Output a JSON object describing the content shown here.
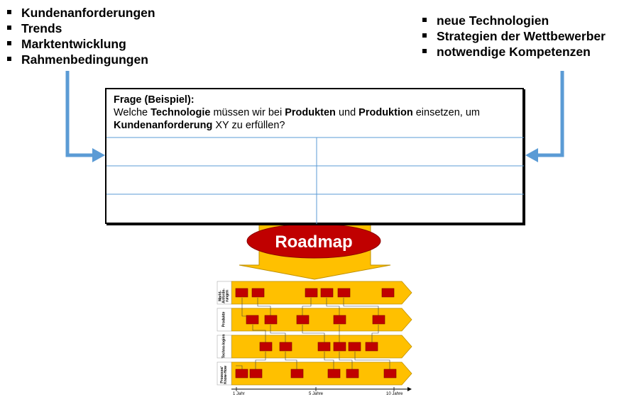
{
  "left_bullets": [
    "Kundenanforderungen",
    "Trends",
    "Marktentwicklung",
    "Rahmenbedingungen"
  ],
  "right_bullets": [
    "neue Technologien",
    "Strategien der Wettbewerber",
    "notwendige Kompetenzen"
  ],
  "question": {
    "heading": "Frage (Beispiel):",
    "t1": "Welche ",
    "b1": "Technologie",
    "t2": " müssen wir bei ",
    "b2": "Produkten",
    "t3": " und ",
    "b3": "Produktion",
    "t4": " einsetzen, um ",
    "b4": "Kundenanforderung",
    "t5": " XY zu erfüllen?"
  },
  "roadmap_label": "Roadmap",
  "roadmap_chart": {
    "rows": [
      "Markt-Anforde-rungen",
      "Produkte",
      "Techno-logien",
      "Prozesse/ Know-How"
    ],
    "x_labels": [
      "1 Jahr",
      "5 Jahre",
      "10 Jahre"
    ]
  },
  "colors": {
    "arrow_blue": "#5b9bd5",
    "ellipse_red": "#c00000",
    "band_yellow": "#ffc000",
    "box_red": "#c00000"
  }
}
